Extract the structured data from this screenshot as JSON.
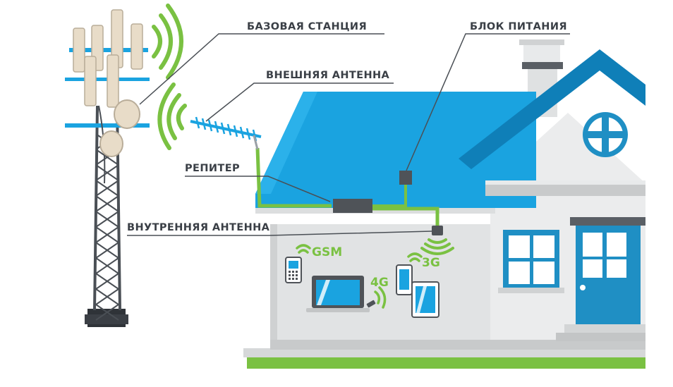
{
  "labels": {
    "base_station": "БАЗОВАЯ СТАНЦИЯ",
    "power_unit": "БЛОК ПИТАНИЯ",
    "external_antenna": "ВНЕШНЯЯ АНТЕННА",
    "repeater": "РЕПИТЕР",
    "internal_antenna": "ВНУТРЕННЯЯ АНТЕННА"
  },
  "signals": {
    "gsm": "GSM",
    "g4": "4G",
    "g3": "3G"
  },
  "colors": {
    "roof": "#1aa3e0",
    "roof_dark": "#0f7fb8",
    "trim": "#1f8fc4",
    "wall": "#e1e3e4",
    "wall_light": "#ebeced",
    "cable": "#7ac142",
    "signal": "#7ac142",
    "equipment": "#4f5358",
    "tower": "#4a4f55",
    "label_text": "#3a3f46"
  },
  "icons": {
    "tower": "cell-tower-icon",
    "dish": "satellite-dish-icon",
    "yagi": "yagi-antenna-icon",
    "repeater": "repeater-box-icon",
    "power": "power-supply-icon",
    "indoor_antenna": "indoor-antenna-icon",
    "phone": "feature-phone-icon",
    "laptop": "laptop-icon",
    "usb_modem": "usb-modem-icon",
    "smartphone": "smartphone-icon",
    "tablet": "tablet-icon",
    "house": "house-icon"
  }
}
